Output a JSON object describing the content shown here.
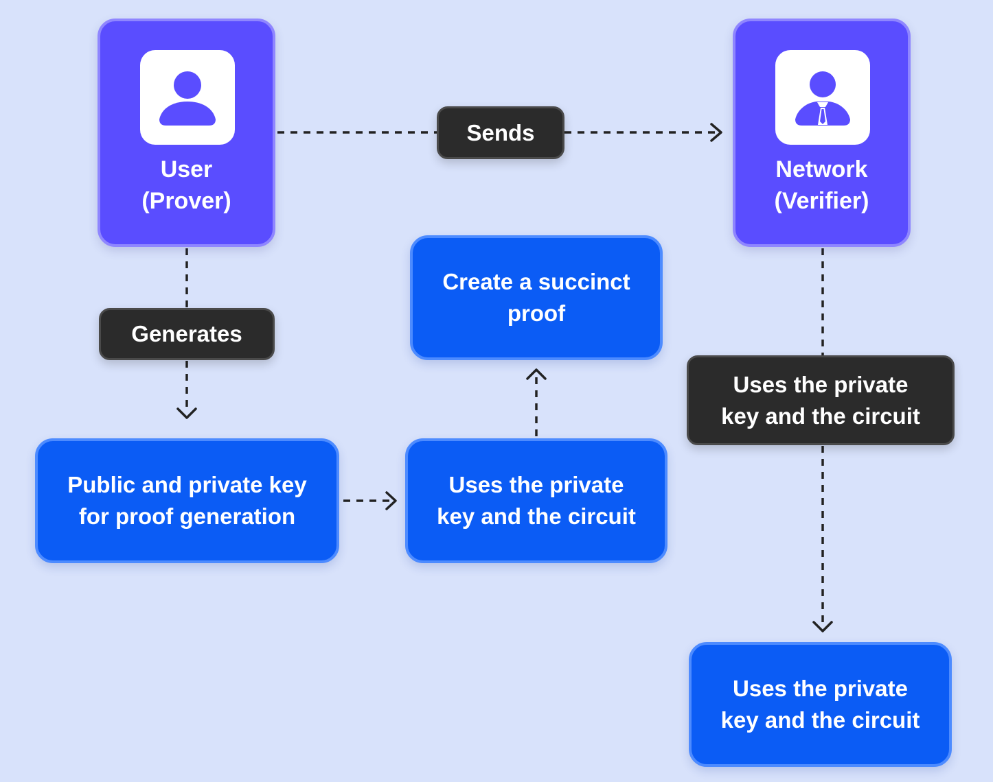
{
  "actors": {
    "prover": {
      "name": "User",
      "role": "(Prover)",
      "icon": "user-icon"
    },
    "verifier": {
      "name": "Network",
      "role": "(Verifier)",
      "icon": "business-person-icon"
    }
  },
  "connector_labels": {
    "sends": "Sends",
    "generates": "Generates",
    "verifier_uses": {
      "line1": "Uses the private",
      "line2": "key and the circuit"
    }
  },
  "steps": {
    "keys": {
      "line1": "Public and private key",
      "line2": "for proof generation"
    },
    "prover_uses": {
      "line1": "Uses the private",
      "line2": "key and the circuit"
    },
    "create_proof": {
      "line1": "Create a succinct",
      "line2": "proof"
    },
    "verifier_result": {
      "line1": "Uses the private",
      "line2": "key and the circuit"
    }
  },
  "colors": {
    "background": "#d8e2fb",
    "actor_fill": "#5a4dff",
    "step_fill": "#0b5cf5",
    "label_fill": "#2b2b2b",
    "connector": "#222222"
  }
}
